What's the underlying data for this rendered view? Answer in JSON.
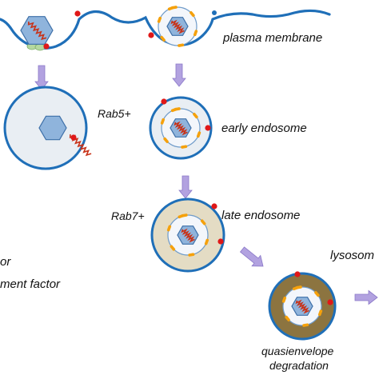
{
  "labels": {
    "plasma_membrane": "plasma membrane",
    "rab5": "Rab5+",
    "early_endosome": "early endosome",
    "rab7": "Rab7+",
    "late_endosome": "late endosome",
    "lysosome": "lysosom",
    "legend_factor": "or",
    "legend_attachment": "ment factor",
    "quasienvelope": "quasienvelope",
    "degradation": "degradation"
  },
  "colors": {
    "membrane_blue": "#1f6fb8",
    "compartment_fill": "#e9eef3",
    "late_fill": "#e4dcc4",
    "lyso_fill": "#8c7440",
    "capsid_fill": "#8fb4dc",
    "capsid_stroke": "#3d6fa8",
    "rna_red": "#c83218",
    "marker_red": "#e01818",
    "envelope_orange": "#f5a10c",
    "arrow_purple": "#b2a2e0",
    "arrow_stroke": "#8a78c8",
    "green_receptor": "#b5d8a0"
  },
  "icons": [
    "hexagon-capsid-icon",
    "viral-rna-icon",
    "rab-marker-icon",
    "transport-arrow-icon"
  ]
}
